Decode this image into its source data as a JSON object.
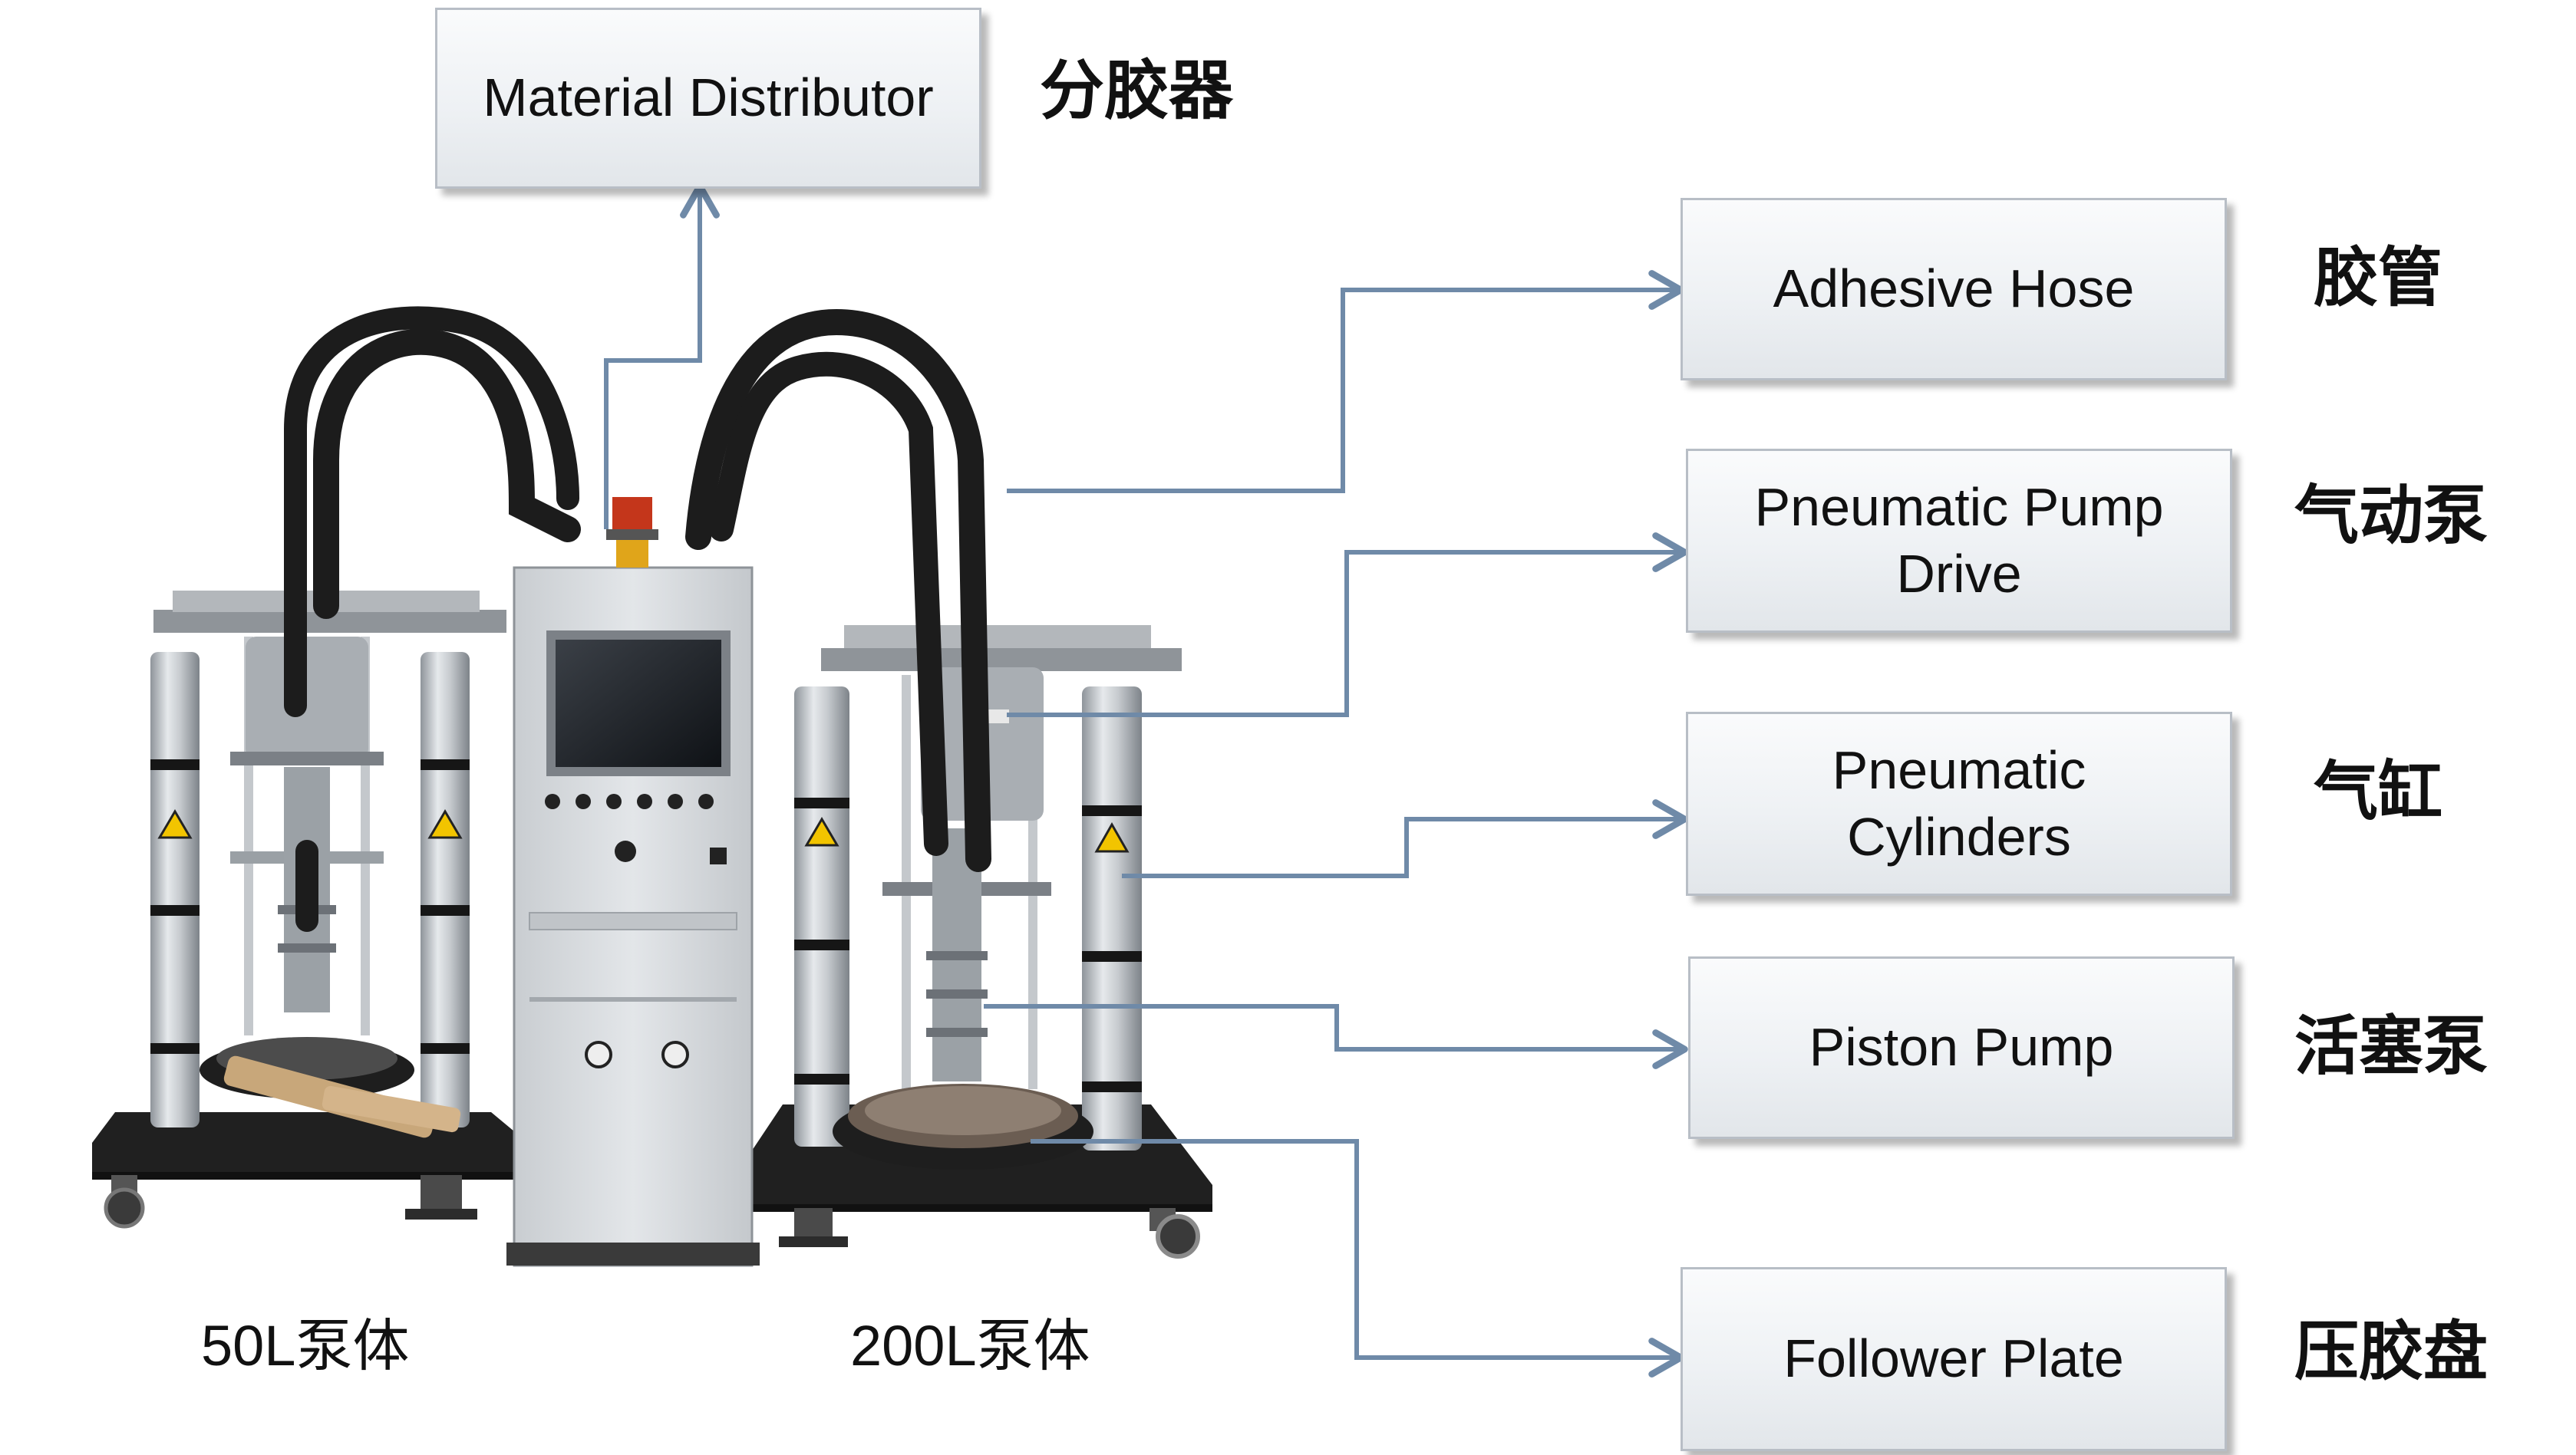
{
  "components": [
    {
      "id": "material-distributor",
      "en": "Material Distributor",
      "cn": "分胶器"
    },
    {
      "id": "adhesive-hose",
      "en": "Adhesive Hose",
      "cn": "胶管"
    },
    {
      "id": "pneumatic-pump-drive",
      "en": "Pneumatic Pump\nDrive",
      "cn": "气动泵"
    },
    {
      "id": "pneumatic-cylinders",
      "en": "Pneumatic\nCylinders",
      "cn": "气缸"
    },
    {
      "id": "piston-pump",
      "en": "Piston Pump",
      "cn": "活塞泵"
    },
    {
      "id": "follower-plate",
      "en": "Follower Plate",
      "cn": "压胶盘"
    }
  ],
  "pump_units": {
    "left": "50L泵体",
    "right": "200L泵体"
  },
  "colors": {
    "connector": "#6f8aa8",
    "box_border": "#b8bec6",
    "frame": "#a7adb3",
    "hose": "#1c1c1c",
    "cabinet": "#d9dcdf",
    "base": "#222222"
  }
}
